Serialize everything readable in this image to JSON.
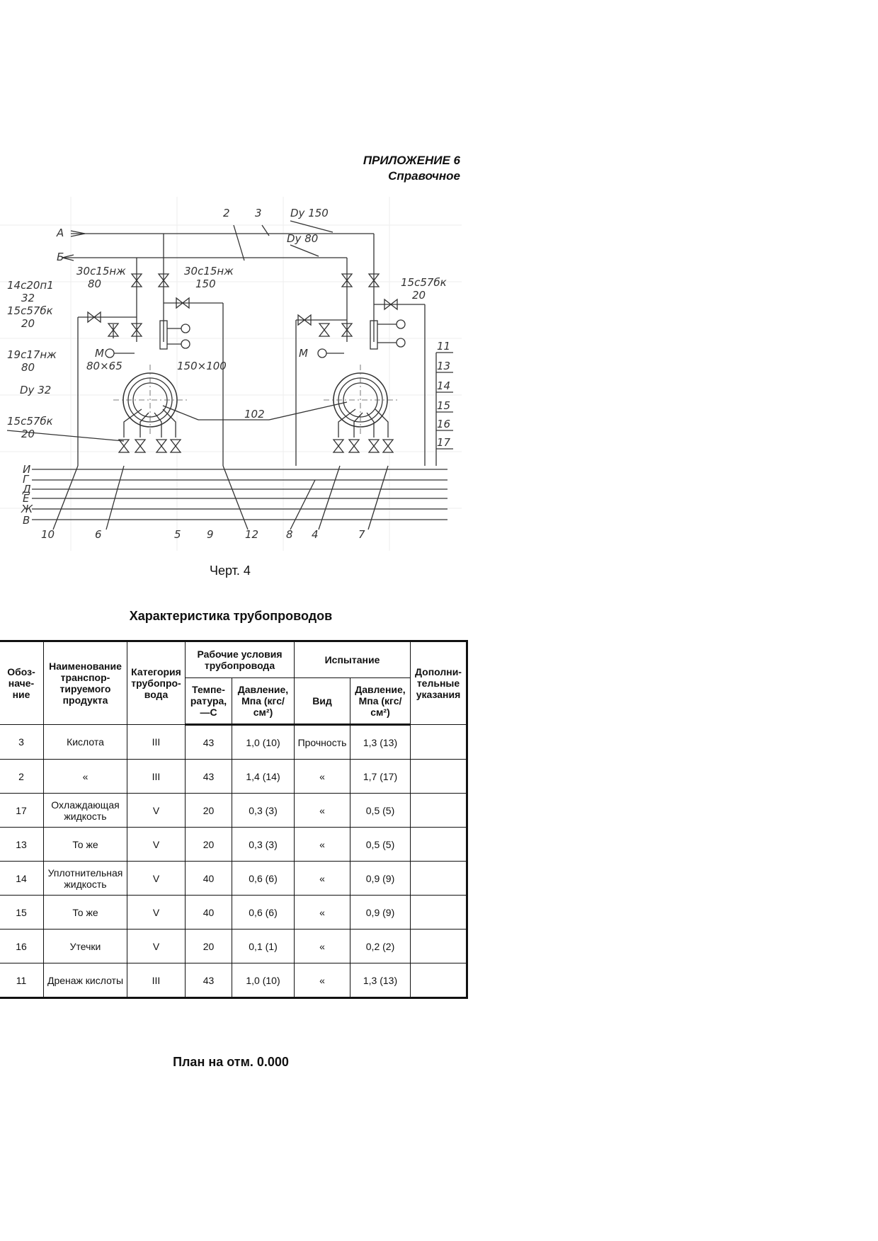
{
  "appendix": {
    "title": "ПРИЛОЖЕНИЕ 6",
    "subtitle": "Справочное"
  },
  "drawing": {
    "labels": {
      "a": "А",
      "b": "Б",
      "n2": "2",
      "n3": "3",
      "dy150": "Dy 150",
      "dy80": "Dy 80",
      "v30c15a": "30с15нж",
      "v30c15a_size": "80",
      "v30c15b": "30с15нж",
      "v30c15b_size": "150",
      "v14c20": "14с20п1",
      "v14c20_size": "32",
      "v15c57a": "15с57бк",
      "v15c57a_size": "20",
      "v19c17": "19с17нж",
      "v19c17_size": "80",
      "dy32": "Dy 32",
      "v15c57b": "15с57бк",
      "v15c57b_size": "20",
      "v15c57c": "15с57бк",
      "v15c57c_size": "20",
      "m": "М",
      "red1": "80×65",
      "red2": "150×100",
      "n102": "102",
      "n11": "11",
      "n13": "13",
      "n14": "14",
      "n15": "15",
      "n16": "16",
      "n17": "17",
      "li": "И",
      "lg": "Г",
      "ld": "Д",
      "le": "Е",
      "lzh": "Ж",
      "lv": "В",
      "n10": "10",
      "n6": "6",
      "n5": "5",
      "n9": "9",
      "n12": "12",
      "n8": "8",
      "n4": "4",
      "n7": "7"
    }
  },
  "caption": "Черт. 4",
  "table_title": "Характеристика трубопроводов",
  "table": {
    "headers": {
      "designation": "Обоз-наче-ние",
      "name": "Наименование транспор-тируемого продукта",
      "category": "Категория трубопро-вода",
      "conditions": "Рабочие условия трубопровода",
      "test": "Испытание",
      "additional": "Дополни-тельные указания",
      "temperature": "Темпе-ратура, —С",
      "pressure": "Давление, Мпа (кгс/см²)",
      "kind": "Вид",
      "test_pressure": "Давление, Мпа (кгс/см²)"
    },
    "rows": [
      {
        "id": "3",
        "name": "Кислота",
        "cat": "III",
        "temp": "43",
        "pressure": "1,0 (10)",
        "kind": "Прочность",
        "test_pressure": "1,3 (13)",
        "note": ""
      },
      {
        "id": "2",
        "name": "«",
        "cat": "III",
        "temp": "43",
        "pressure": "1,4 (14)",
        "kind": "«",
        "test_pressure": "1,7 (17)",
        "note": ""
      },
      {
        "id": "17",
        "name": "Охлаждающая жидкость",
        "cat": "V",
        "temp": "20",
        "pressure": "0,3 (3)",
        "kind": "«",
        "test_pressure": "0,5 (5)",
        "note": ""
      },
      {
        "id": "13",
        "name": "То же",
        "cat": "V",
        "temp": "20",
        "pressure": "0,3 (3)",
        "kind": "«",
        "test_pressure": "0,5 (5)",
        "note": ""
      },
      {
        "id": "14",
        "name": "Уплотнительная жидкость",
        "cat": "V",
        "temp": "40",
        "pressure": "0,6 (6)",
        "kind": "«",
        "test_pressure": "0,9 (9)",
        "note": ""
      },
      {
        "id": "15",
        "name": "То же",
        "cat": "V",
        "temp": "40",
        "pressure": "0,6 (6)",
        "kind": "«",
        "test_pressure": "0,9 (9)",
        "note": ""
      },
      {
        "id": "16",
        "name": "Утечки",
        "cat": "V",
        "temp": "20",
        "pressure": "0,1 (1)",
        "kind": "«",
        "test_pressure": "0,2 (2)",
        "note": ""
      },
      {
        "id": "11",
        "name": "Дренаж кислоты",
        "cat": "III",
        "temp": "43",
        "pressure": "1,0 (10)",
        "kind": "«",
        "test_pressure": "1,3 (13)",
        "note": ""
      }
    ]
  },
  "plan_title": "План на отм. 0.000"
}
